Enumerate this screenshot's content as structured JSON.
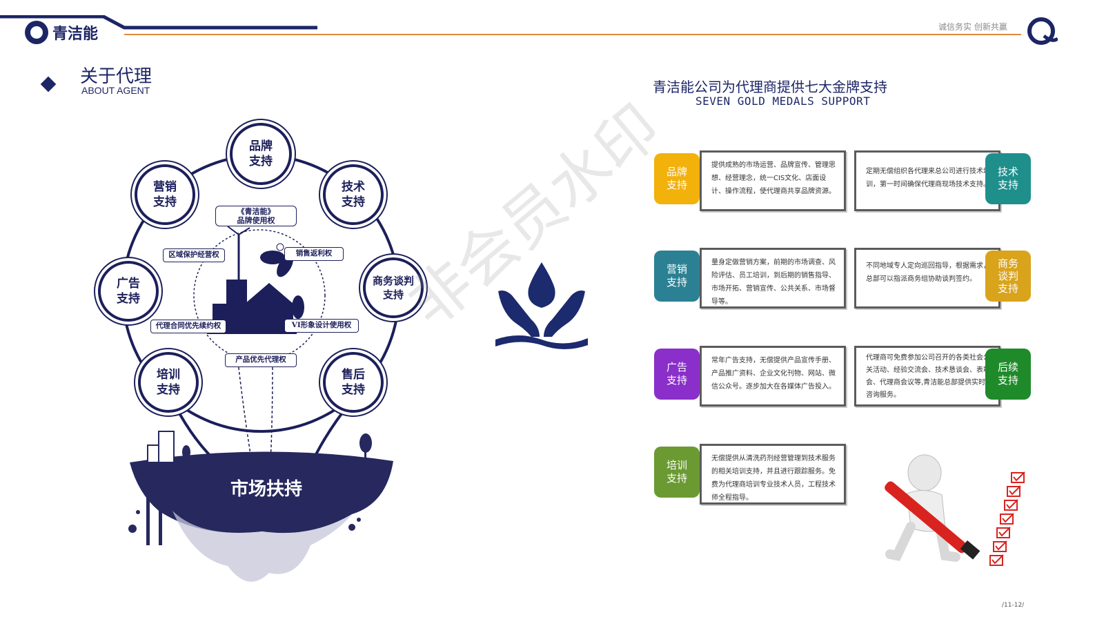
{
  "header": {
    "logo_text": "青洁能",
    "slogan": "诚信务实 创新共赢"
  },
  "title": {
    "cn": "关于代理",
    "en": "ABOUT AGENT"
  },
  "diagram": {
    "center": "市场扶持",
    "nodes": [
      {
        "text": "品牌\n支持"
      },
      {
        "text": "技术\n支持"
      },
      {
        "text": "商务谈判\n支持"
      },
      {
        "text": "售后\n支持"
      },
      {
        "text": "培训\n支持"
      },
      {
        "text": "广告\n支持"
      },
      {
        "text": "营销\n支持"
      }
    ],
    "labels": {
      "brand_use": "《青洁能》\n品牌使用权",
      "region": "区域保护经营权",
      "rebate": "销售返利权",
      "contract": "代理合同优先续约权",
      "vi": "VI形象设计使用权",
      "product": "产品优先代理权"
    }
  },
  "right": {
    "heading_cn": "青洁能公司为代理商提供七大金牌支持",
    "heading_en": "SEVEN GOLD MEDALS SUPPORT",
    "cards": [
      {
        "tag": "品牌\n支持",
        "color": "#f2b10b",
        "text": "提供成熟的市场运营、品牌宣传、管理思想、经营理念，统一CIS文化、店面设计、操作流程，使代理商共享品牌资源。"
      },
      {
        "tag": "技术\n支持",
        "color": "#1f8f8c",
        "text": "定期无偿组织各代理来总公司进行技术培训，第一时间确保代理商现场技术支持。"
      },
      {
        "tag": "营销\n支持",
        "color": "#2b8193",
        "text": "量身定做营销方案，前期的市场调查、风险评估、员工培训，到后期的销售指导、市场开拓、营销宣传、公共关系、市场督导等。"
      },
      {
        "tag": "商务\n谈判\n支持",
        "color": "#d9a31c",
        "text": "不同地域专人定向巡回指导，根据需求，总部可以指派商务组协助谈判签约。"
      },
      {
        "tag": "广告\n支持",
        "color": "#8a2fc9",
        "text": "常年广告支持，无偿提供产品宣传手册、产品推广资料、企业文化刊物、网站、微信公众号。逐步加大在各媒体广告投入。"
      },
      {
        "tag": "后续\n支持",
        "color": "#1f8a2a",
        "text": "代理商可免费参加公司召开的各类社会公关活动、经验交流会、技术恳谈会、表彰会、代理商会议等,青洁能总部提供实时咨询服务。"
      },
      {
        "tag": "培训\n支持",
        "color": "#6b9a33",
        "text": "无偿提供从清洗药剂经营管理到技术服务的相关培训支持，并且进行跟踪服务。免费为代理商培训专业技术人员，工程技术师全程指导。"
      }
    ]
  },
  "watermark": "非会员水印",
  "page_number": "/11-12/"
}
